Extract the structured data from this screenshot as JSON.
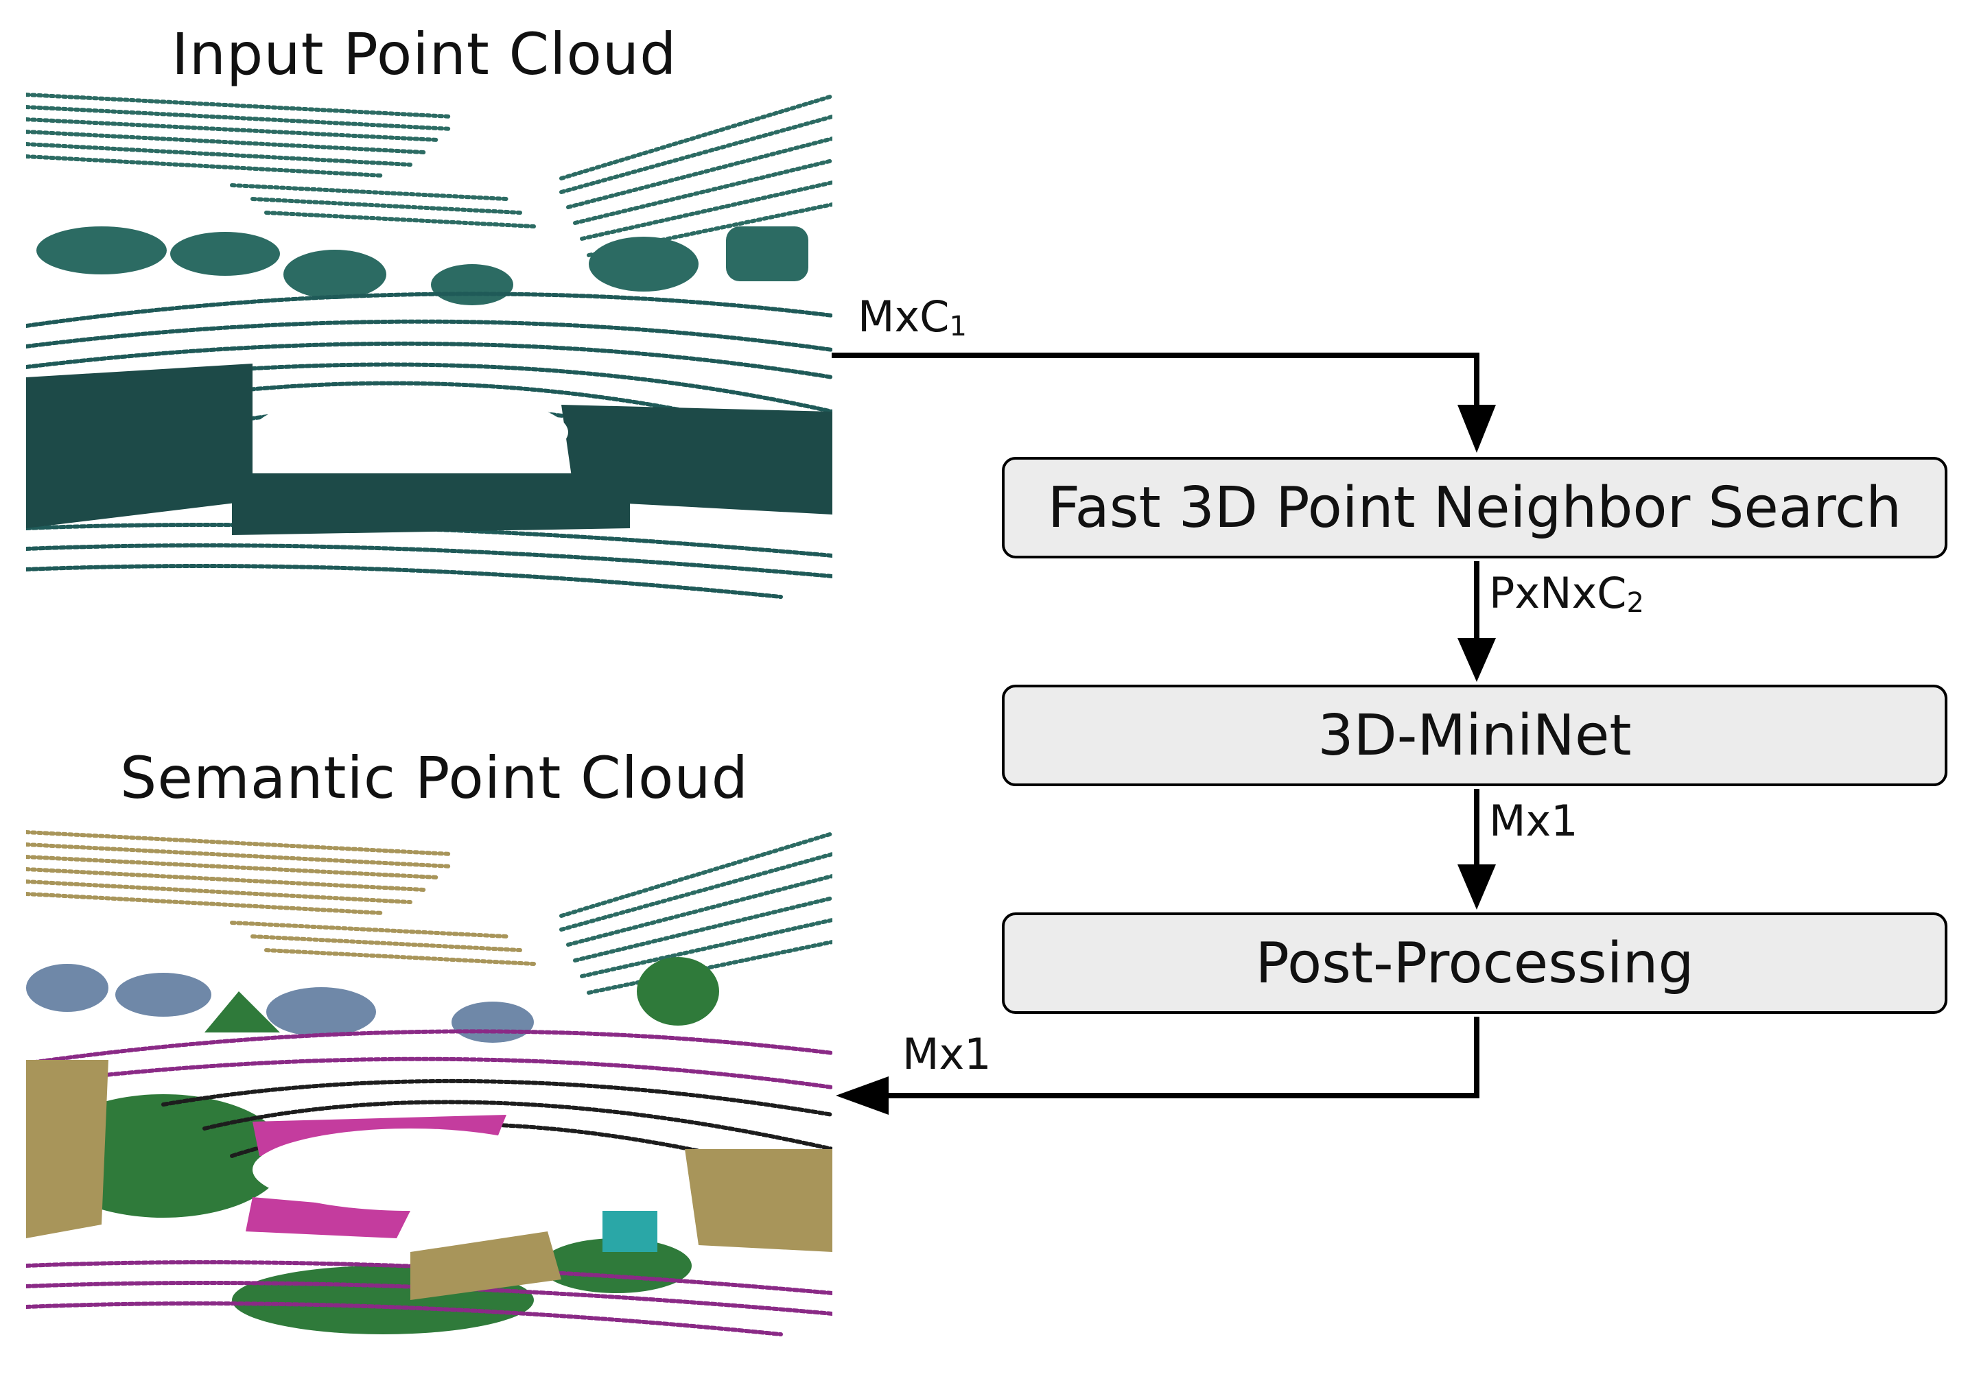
{
  "titles": {
    "input": "Input  Point Cloud",
    "semantic": "Semantic Point Cloud"
  },
  "blocks": {
    "search": "Fast 3D Point Neighbor Search",
    "mininet": "3D-MiniNet",
    "post": "Post-Processing"
  },
  "edges": {
    "input_main": "MxC",
    "input_sub": "1",
    "search_main": "PxNxC",
    "search_sub": "2",
    "mininet": "Mx1",
    "output": "Mx1"
  },
  "colors": {
    "input_cloud": "#2c6b63",
    "input_cloud_dark": "#1d4a48",
    "road": "#8a2a86",
    "building": "#a8955a",
    "vegetation": "#2f7a3a",
    "car": "#6f88a8",
    "sidewalk": "#c43c9e",
    "terrain": "#7a6a20",
    "box_fill": "#ececec"
  }
}
